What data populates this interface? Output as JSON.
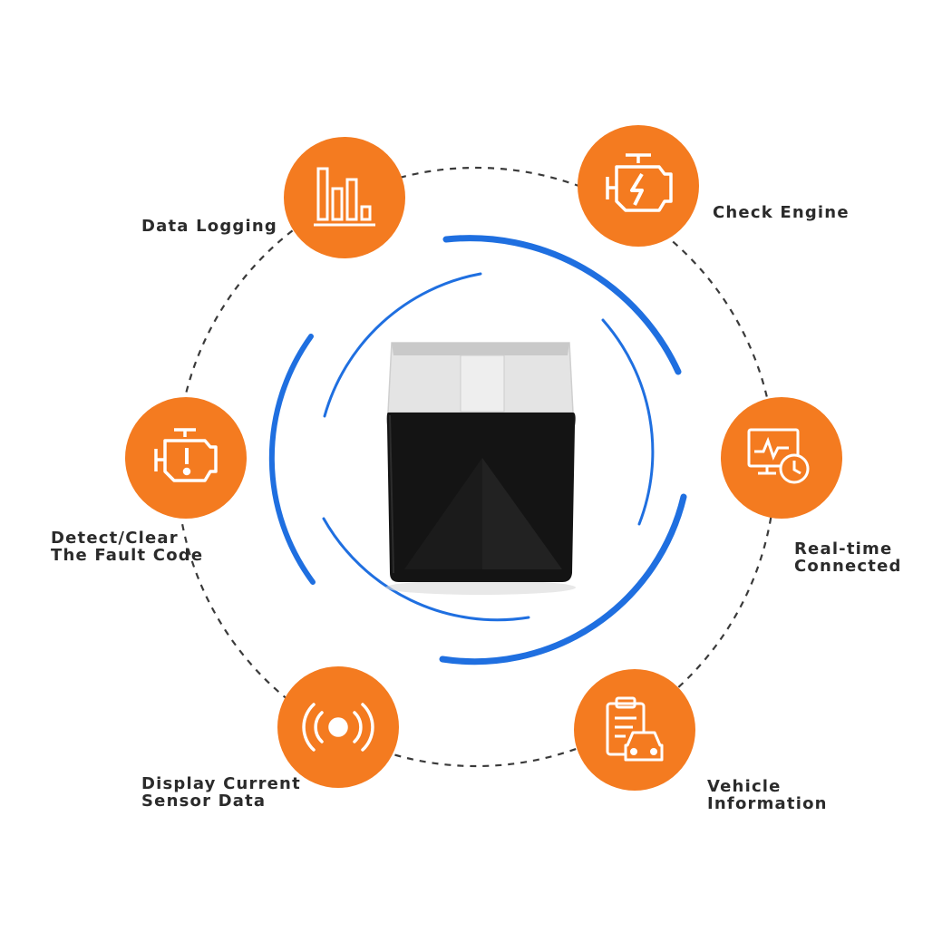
{
  "colors": {
    "feature_circle": "#f47b20",
    "ring_blue": "#1f6fe0",
    "dashed_ring": "#3a3a3a",
    "device_body": "#141414",
    "device_cap": "#e6e6e6"
  },
  "features": [
    {
      "id": "data-logging",
      "icon": "bar-chart-icon",
      "lines": [
        "Data Logging"
      ]
    },
    {
      "id": "check-engine",
      "icon": "engine-lightning-icon",
      "lines": [
        "Check Engine"
      ]
    },
    {
      "id": "real-time-connected",
      "icon": "monitor-clock-icon",
      "lines": [
        "Real-time",
        "Connected"
      ]
    },
    {
      "id": "vehicle-information",
      "icon": "clipboard-car-icon",
      "lines": [
        "Vehicle",
        "Information"
      ]
    },
    {
      "id": "display-sensor-data",
      "icon": "sensor-signal-icon",
      "lines": [
        "Display Current",
        "Sensor Data"
      ]
    },
    {
      "id": "detect-clear-fault",
      "icon": "engine-warning-icon",
      "lines": [
        "Detect/Clear",
        "The Fault Code"
      ]
    }
  ],
  "center_device": {
    "icon": "obd2-scanner-device"
  }
}
